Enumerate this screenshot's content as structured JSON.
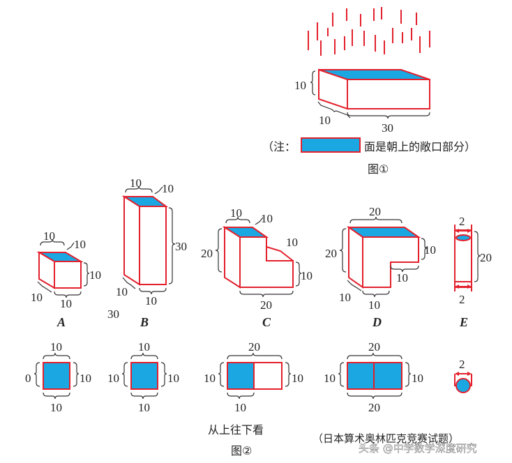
{
  "figure1": {
    "dims": {
      "height": "10",
      "depth": "10",
      "length": "30"
    },
    "note_prefix": "（注：",
    "note_suffix": "面是朝上的敞口部分）",
    "caption": "图①"
  },
  "figure2": {
    "A": {
      "letter": "A",
      "top": "10",
      "right_top": "10",
      "right": "10",
      "bottom_left": "10",
      "bottom": "10",
      "view_top": "10",
      "view_left": "0",
      "view_right": "10",
      "view_bottom": "10"
    },
    "B": {
      "letter": "B",
      "top": "10",
      "right_top": "10",
      "right": "30",
      "bottom_left": "10",
      "bottom": "10",
      "extra": "30",
      "view_top": "10",
      "view_left": "10",
      "view_right": "10",
      "view_bottom": "10"
    },
    "C": {
      "letter": "C",
      "top": "10",
      "right_top": "10",
      "left": "20",
      "step": "10",
      "right": "10",
      "bottom": "20",
      "view_top": "20",
      "view_left": "10",
      "view_right": "10",
      "view_bottom": "10"
    },
    "D": {
      "letter": "D",
      "top": "20",
      "left": "20",
      "right": "10",
      "step": "10",
      "bottom_left": "10",
      "bottom": "10",
      "view_top": "20",
      "view_left": "10",
      "view_right": "10",
      "view_bottom": "20"
    },
    "E": {
      "letter": "E",
      "top": "2",
      "right": "20",
      "bottom": "2",
      "view_top": "2"
    },
    "view_caption": "从上往下看",
    "caption": "图②",
    "source": "（日本算术奥林匹克竞赛试题）",
    "watermark": "头条 @中学数学深度研究"
  },
  "colors": {
    "red": "#e3202c",
    "blue": "#1aa7e2"
  }
}
